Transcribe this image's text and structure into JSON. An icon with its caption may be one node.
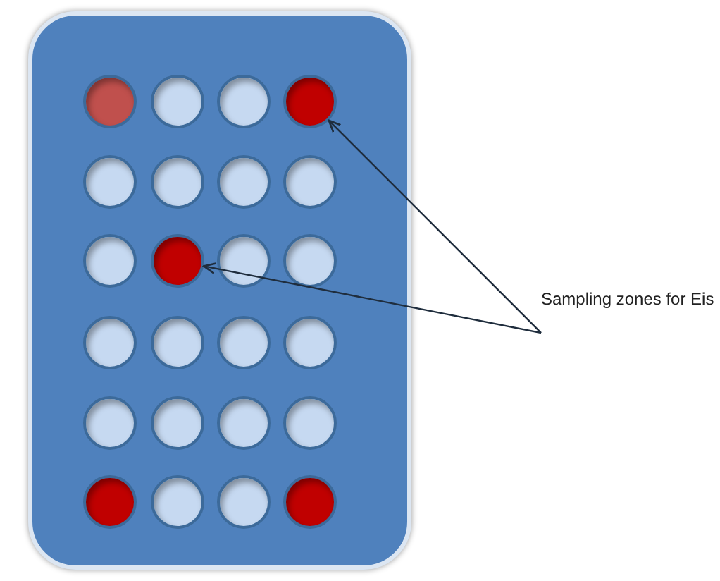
{
  "diagram": {
    "nodes": [
      {
        "text": [],
        "shape": "box"
      },
      {
        "text": [],
        "shape": "circle",
        "in": 0
      },
      {
        "text": [],
        "shape": "circle",
        "in": 0
      },
      {
        "text": [],
        "shape": "circle",
        "in": 0
      },
      {
        "text": [],
        "shape": "circle",
        "in": 0
      },
      {
        "text": [],
        "shape": "circle",
        "in": 0
      },
      {
        "text": [],
        "shape": "circle",
        "in": 0
      },
      {
        "text": [],
        "shape": "circle",
        "in": 0
      },
      {
        "text": [],
        "shape": "circle",
        "in": 0
      },
      {
        "text": [],
        "shape": "circle",
        "in": 0
      },
      {
        "text": [],
        "shape": "circle",
        "in": 0
      },
      {
        "text": [],
        "shape": "circle",
        "in": 0
      },
      {
        "text": [],
        "shape": "circle",
        "in": 0
      },
      {
        "text": [],
        "shape": "circle",
        "in": 0
      },
      {
        "text": [],
        "shape": "circle",
        "in": 0
      },
      {
        "text": [],
        "shape": "circle",
        "in": 0
      },
      {
        "text": [],
        "shape": "circle",
        "in": 0
      },
      {
        "text": [],
        "shape": "circle",
        "in": 0
      },
      {
        "text": [],
        "shape": "circle",
        "in": 0
      },
      {
        "text": [],
        "shape": "circle",
        "in": 0
      },
      {
        "text": [],
        "shape": "circle",
        "in": 0
      },
      {
        "text": [],
        "shape": "circle",
        "in": 0
      },
      {
        "text": [],
        "shape": "circle",
        "in": 0
      },
      {
        "text": [],
        "shape": "circle",
        "in": 0
      },
      {
        "text": [],
        "shape": "circle",
        "in": 0
      },
      {
        "text": [
          "Sampling zones for Eis"
        ]
      }
    ],
    "edges": [
      {
        "from": 25,
        "to": 4,
        "arrow": "to"
      },
      {
        "from": 25,
        "to": 10,
        "arrow": "to"
      }
    ]
  }
}
